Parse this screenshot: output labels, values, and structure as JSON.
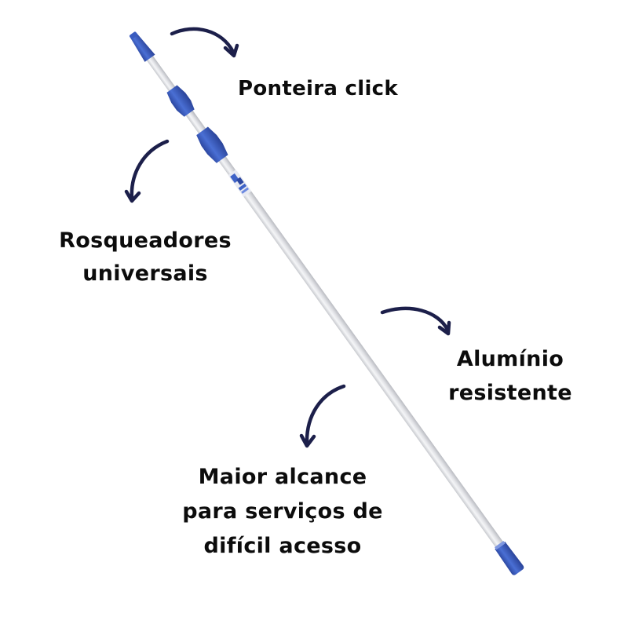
{
  "product": {
    "name": "telescopic-aluminum-pole",
    "colors": {
      "shaft": "#e6e7ea",
      "shaft_shadow": "#c7c9ce",
      "shaft_highlight": "#ffffff",
      "accent_blue": "#3f63c7",
      "accent_blue_dark": "#2c47a0",
      "arrow": "#1c1f4a",
      "text": "#0c0c0c"
    }
  },
  "callouts": [
    {
      "id": "ponteira",
      "lines": [
        "Ponteira click"
      ],
      "arrow_icon": "curved-arrow-down-right"
    },
    {
      "id": "rosqueadores",
      "lines": [
        "Rosqueadores",
        "universais"
      ],
      "arrow_icon": "curved-arrow-down-left"
    },
    {
      "id": "aluminio",
      "lines": [
        "Alumínio",
        "resistente"
      ],
      "arrow_icon": "curved-arrow-down-right"
    },
    {
      "id": "maior-alcance",
      "lines": [
        "Maior alcance",
        "para serviços de",
        "difícil acesso"
      ],
      "arrow_icon": "curved-arrow-down-left"
    }
  ]
}
